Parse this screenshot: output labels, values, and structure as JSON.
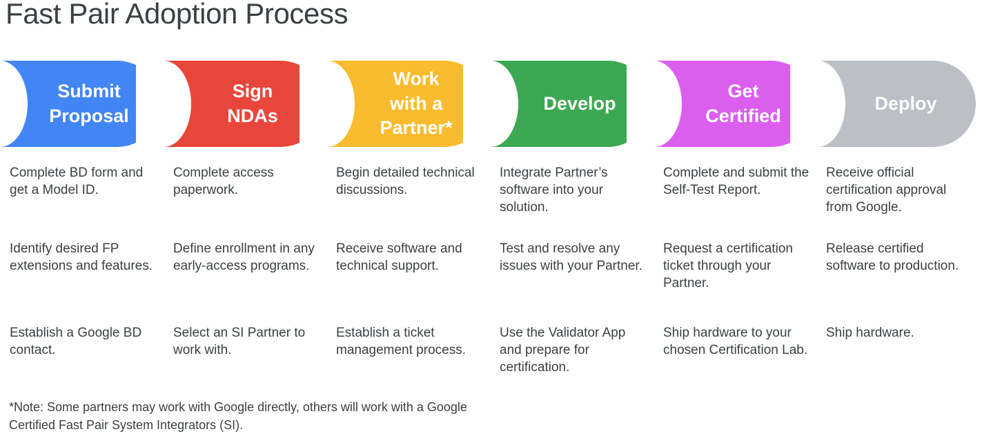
{
  "header": {
    "title": "Fast Pair Adoption Process",
    "title_color": "#3c4043"
  },
  "colors": {
    "blue": "#4285f4",
    "red": "#e8463a",
    "yellow": "#fabc2e",
    "green": "#3da853",
    "magenta": "#db5eef",
    "gray": "#bcc0c6",
    "text": "#3c4043",
    "banner_text": "#ffffff",
    "background": "#ffffff"
  },
  "steps": [
    {
      "label": "Submit\nProposal",
      "color": "#4285f4",
      "items": [
        "Complete BD form and get a Model ID.",
        "Identify desired FP extensions and features.",
        "Establish a Google BD contact."
      ]
    },
    {
      "label": "Sign\nNDAs",
      "color": "#e8463a",
      "items": [
        "Complete access paperwork.",
        "Define enrollment in any early-access programs.",
        "Select an SI Partner to work with."
      ]
    },
    {
      "label": "Work\nwith a\nPartner*",
      "color": "#fabc2e",
      "items": [
        "Begin detailed technical discussions.",
        "Receive software and technical support.",
        "Establish a ticket management process."
      ]
    },
    {
      "label": "Develop",
      "color": "#3da853",
      "items": [
        "Integrate Partner’s software into your solution.",
        "Test and resolve any issues with your Partner.",
        "Use the Validator App and prepare for certification."
      ]
    },
    {
      "label": "Get\nCertified",
      "color": "#db5eef",
      "items": [
        "Complete and submit the Self-Test Report.",
        "Request a certification ticket through your Partner.",
        "Ship hardware to your chosen Certification Lab."
      ]
    },
    {
      "label": "Deploy",
      "color": "#bcc0c6",
      "items": [
        "Receive official certification approval from Google.",
        "Release certified software to production.",
        "Ship hardware."
      ]
    }
  ],
  "footnote": "*Note: Some partners may work with Google directly, others will work with a Google Certified Fast Pair System Integrators (SI)."
}
